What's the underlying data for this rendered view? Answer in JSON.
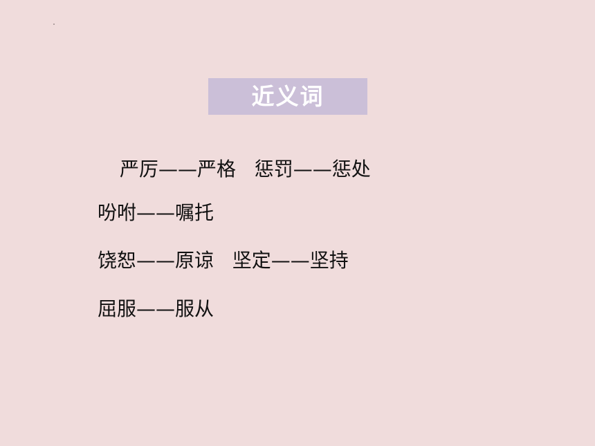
{
  "title": "近义词",
  "lines": [
    "严厉——严格   惩罚——惩处",
    "吩咐——嘱托",
    "饶恕——原谅   坚定——坚持",
    "屈服——服从"
  ],
  "colors": {
    "background": "#f0dcdc",
    "title_box": "#cbbfd8",
    "title_text": "#ffffff",
    "body_text": "#111111"
  }
}
